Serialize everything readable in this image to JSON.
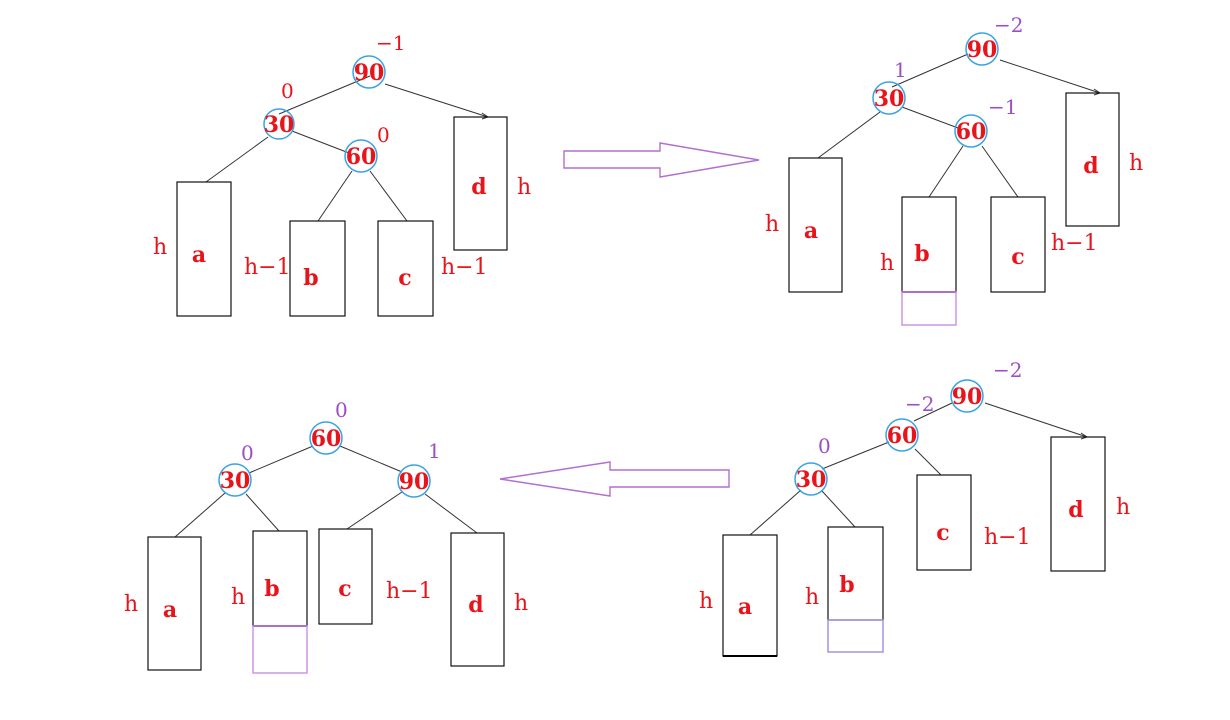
{
  "colors": {
    "label_red": "#e8141b",
    "balance_purple": "#9b4fc4",
    "circle_blue": "#3aa3e3",
    "arrow_purple": "#b36fd0",
    "added_box": "#c78fe0",
    "added_box_blue": "#9a8fe3"
  },
  "panel1": {
    "n90": "90",
    "n30": "30",
    "n60": "60",
    "bf90": "−1",
    "bf30": "0",
    "bf60": "0",
    "a": "a",
    "b": "b",
    "c": "c",
    "d": "d",
    "h_a": "h",
    "h_b": "h−1",
    "h_c": "h−1",
    "h_d": "h"
  },
  "panel2": {
    "n90": "90",
    "n30": "30",
    "n60": "60",
    "bf90": "−2",
    "bf30": "1",
    "bf60": "−1",
    "a": "a",
    "b": "b",
    "c": "c",
    "d": "d",
    "h_a": "h",
    "h_b": "h",
    "h_c": "h−1",
    "h_d": "h"
  },
  "panel3": {
    "n90": "90",
    "n30": "30",
    "n60": "60",
    "bf90": "−2",
    "bf60": "−2",
    "bf30": "0",
    "a": "a",
    "b": "b",
    "c": "c",
    "d": "d",
    "h_a": "h",
    "h_b": "h",
    "h_c": "h−1",
    "h_d": "h"
  },
  "panel4": {
    "n60": "60",
    "n30": "30",
    "n90": "90",
    "bf60": "0",
    "bf30": "0",
    "bf90": "1",
    "a": "a",
    "b": "b",
    "c": "c",
    "d": "d",
    "h_a": "h",
    "h_b": "h",
    "h_c": "h−1",
    "h_d": "h"
  }
}
